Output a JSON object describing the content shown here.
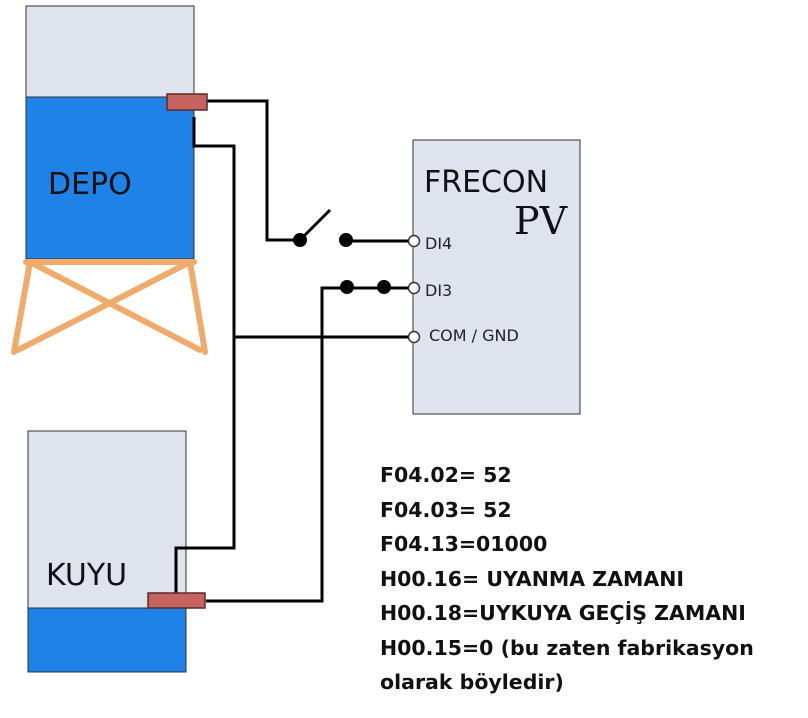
{
  "tanks": {
    "depo": {
      "label": "DEPO"
    },
    "kuyu": {
      "label": "KUYU"
    }
  },
  "drive": {
    "brand": "FRECON",
    "model": "PV",
    "terminals": [
      "DI4",
      "DI3",
      "COM / GND"
    ]
  },
  "parameters": [
    "F04.02= 52",
    "F04.03= 52",
    "F04.13=01000",
    "H00.16= UYANMA ZAMANI",
    "H00.18=UYKUYA GEÇİŞ ZAMANI",
    "H00.15=0 (bu zaten fabrikasyon",
    "olarak böyledir)"
  ],
  "colors": {
    "water": "#1e82e6",
    "tank_body": "#dfe3ee",
    "drive_body": "#dfe3ee",
    "stand": "#f0aa6a",
    "sensor": "#c4635f",
    "wire": "#000000"
  }
}
